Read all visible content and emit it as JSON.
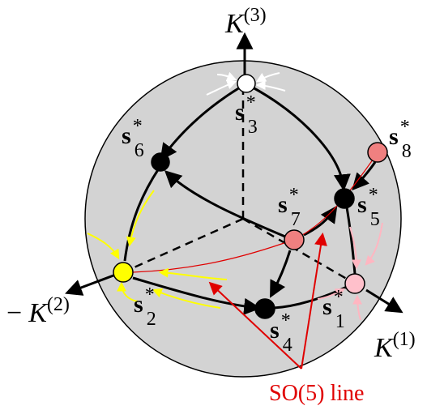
{
  "axes": {
    "k3": {
      "base": "K",
      "sup": "(3)",
      "prefix": ""
    },
    "k2": {
      "base": "K",
      "sup": "(2)",
      "prefix": "−"
    },
    "k1": {
      "base": "K",
      "sup": "(1)",
      "prefix": ""
    }
  },
  "fixed_points": [
    {
      "id": "s3",
      "base": "s",
      "sup": "*",
      "sub": "3",
      "fill": "#ffffff"
    },
    {
      "id": "s6",
      "base": "s",
      "sup": "*",
      "sub": "6",
      "fill": "#000000"
    },
    {
      "id": "s8",
      "base": "s",
      "sup": "*",
      "sub": "8",
      "fill": "#f08080"
    },
    {
      "id": "s5",
      "base": "s",
      "sup": "*",
      "sub": "5",
      "fill": "#000000"
    },
    {
      "id": "s7",
      "base": "s",
      "sup": "*",
      "sub": "7",
      "fill": "#f08080"
    },
    {
      "id": "s2",
      "base": "s",
      "sup": "*",
      "sub": "2",
      "fill": "#ffff00"
    },
    {
      "id": "s4",
      "base": "s",
      "sup": "*",
      "sub": "4",
      "fill": "#000000"
    },
    {
      "id": "s1",
      "base": "s",
      "sup": "*",
      "sub": "1",
      "fill": "#ffc0cb"
    }
  ],
  "annotation": {
    "label": "SO(5) line",
    "color": "#e00000"
  },
  "colors": {
    "sphere": "#d3d3d3",
    "flow_black": "#000000",
    "flow_yellow": "#ffff00",
    "flow_pink": "#ffb6c1",
    "so5_line": "#e00000",
    "flow_white": "#ffffff"
  }
}
